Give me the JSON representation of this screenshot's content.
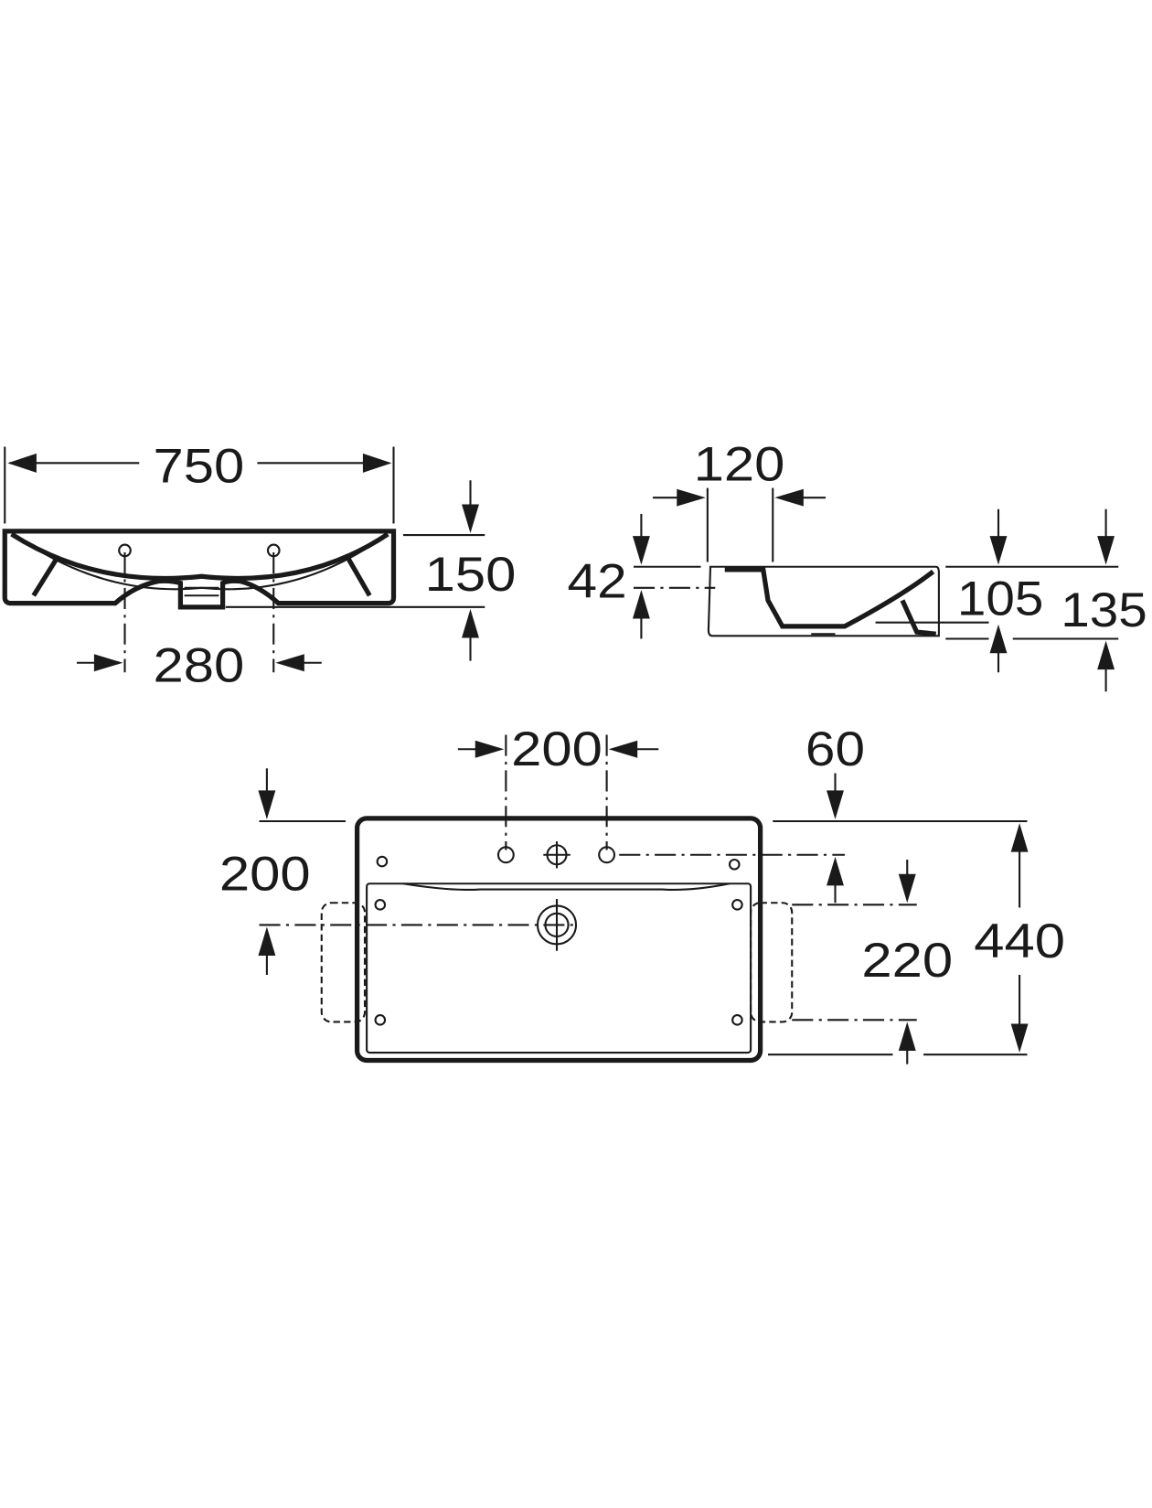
{
  "drawing": {
    "front_view": {
      "width_label": "750",
      "height_label": "150",
      "tap_spacing_label": "280"
    },
    "side_view": {
      "depth_label": "120",
      "overflow_label": "42",
      "bowl_depth_label": "105",
      "total_height_label": "135"
    },
    "top_view": {
      "tap_spacing_label": "200",
      "rim_offset_label": "60",
      "drain_offset_label": "200",
      "bracket_spacing_label": "220",
      "depth_label": "440"
    },
    "line_color": "#1a1a1a"
  }
}
